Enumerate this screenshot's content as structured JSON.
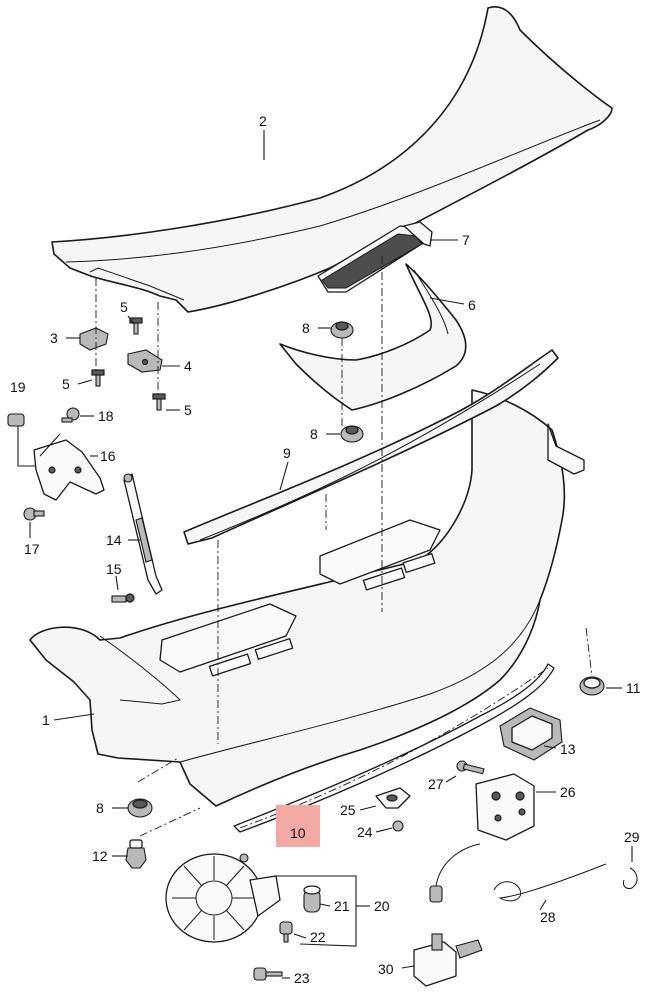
{
  "diagram": {
    "background": "#ffffff",
    "highlight_color": "#f3a9a4",
    "callouts": [
      {
        "id": "c2",
        "label": "2"
      },
      {
        "id": "c7",
        "label": "7"
      },
      {
        "id": "c6",
        "label": "6"
      },
      {
        "id": "c8a",
        "label": "8"
      },
      {
        "id": "c8b",
        "label": "8"
      },
      {
        "id": "c8c",
        "label": "8"
      },
      {
        "id": "c3",
        "label": "3"
      },
      {
        "id": "c5a",
        "label": "5"
      },
      {
        "id": "c5b",
        "label": "5"
      },
      {
        "id": "c5c",
        "label": "5"
      },
      {
        "id": "c4",
        "label": "4"
      },
      {
        "id": "c19",
        "label": "19"
      },
      {
        "id": "c18",
        "label": "18"
      },
      {
        "id": "c16",
        "label": "16"
      },
      {
        "id": "c17",
        "label": "17"
      },
      {
        "id": "c9",
        "label": "9"
      },
      {
        "id": "c14",
        "label": "14"
      },
      {
        "id": "c15",
        "label": "15"
      },
      {
        "id": "c1",
        "label": "1"
      },
      {
        "id": "c11",
        "label": "11"
      },
      {
        "id": "c13",
        "label": "13"
      },
      {
        "id": "c27",
        "label": "27"
      },
      {
        "id": "c26",
        "label": "26"
      },
      {
        "id": "c25",
        "label": "25"
      },
      {
        "id": "c24",
        "label": "24"
      },
      {
        "id": "c10",
        "label": "10"
      },
      {
        "id": "c12",
        "label": "12"
      },
      {
        "id": "c29",
        "label": "29"
      },
      {
        "id": "c21",
        "label": "21"
      },
      {
        "id": "c20",
        "label": "20"
      },
      {
        "id": "c22",
        "label": "22"
      },
      {
        "id": "c28",
        "label": "28"
      },
      {
        "id": "c23",
        "label": "23"
      },
      {
        "id": "c30",
        "label": "30"
      }
    ]
  }
}
